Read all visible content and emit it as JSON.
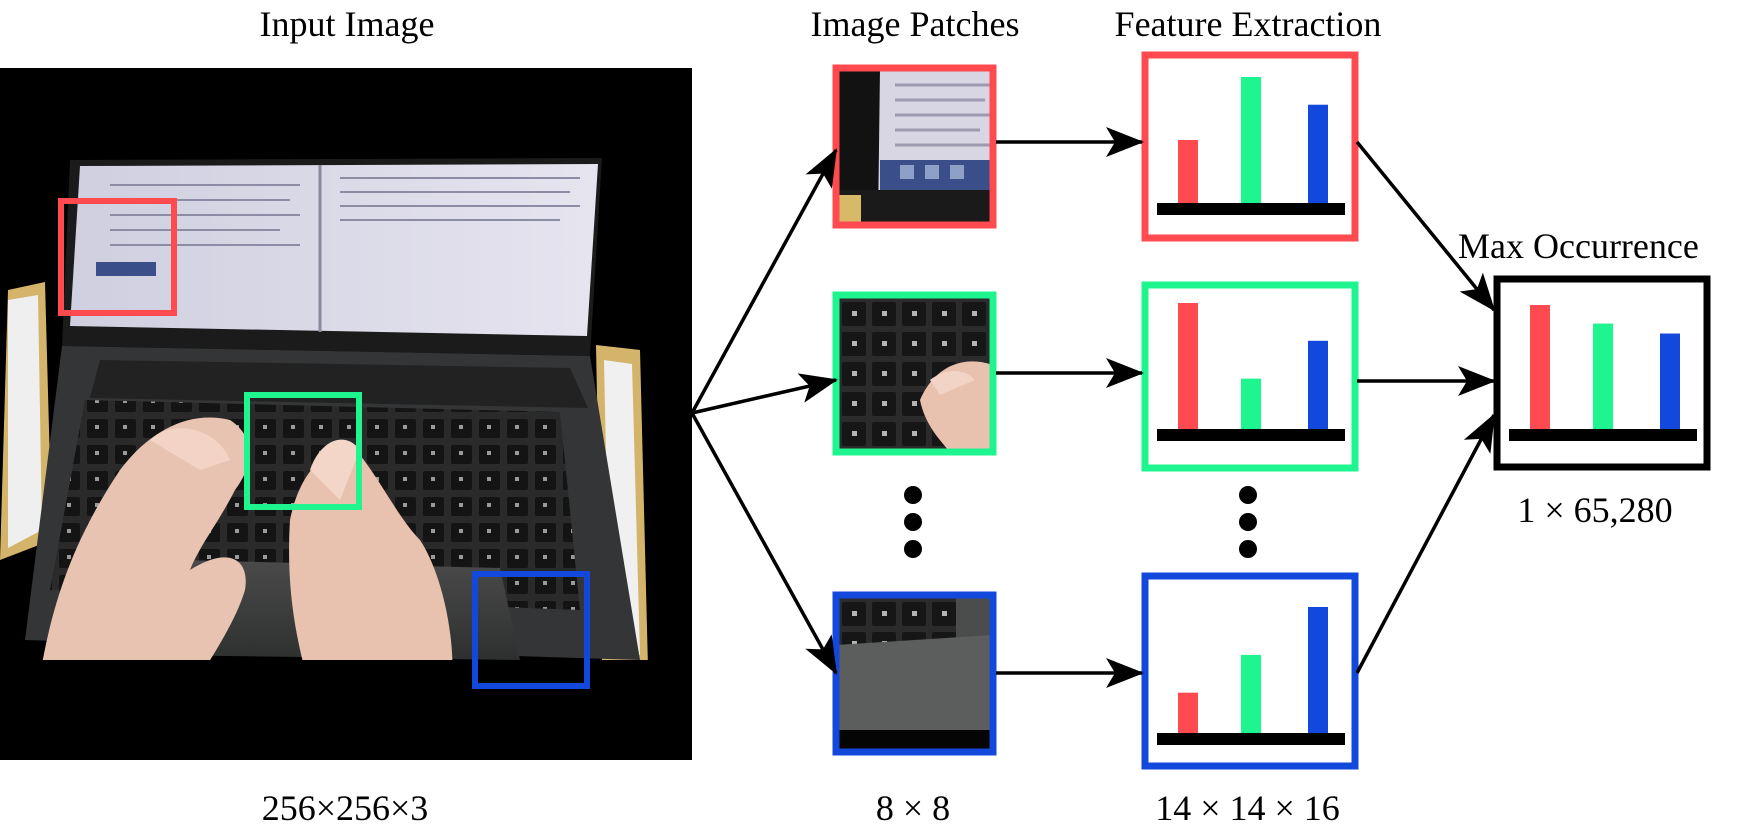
{
  "labels": {
    "input_image": "Input Image",
    "image_patches": "Image Patches",
    "feature_extraction": "Feature Extraction",
    "max_occurrence": "Max Occurrence"
  },
  "dimensions": {
    "input": "256×256×3",
    "patch": "8 × 8",
    "feature": "14 × 14 × 16",
    "output": "1 × 65,280"
  },
  "colors": {
    "red": "#ff4a4f",
    "green": "#1ef58f",
    "blue": "#1348dc",
    "black": "#000000"
  },
  "patches": [
    {
      "name": "red-patch",
      "color": "red"
    },
    {
      "name": "green-patch",
      "color": "green"
    },
    {
      "name": "blue-patch",
      "color": "blue"
    }
  ],
  "histograms": [
    {
      "name": "red",
      "border": "red",
      "values": [
        0.5,
        1.0,
        0.78
      ]
    },
    {
      "name": "green",
      "border": "green",
      "values": [
        1.0,
        0.4,
        0.7
      ]
    },
    {
      "name": "blue",
      "border": "blue",
      "values": [
        0.32,
        0.62,
        1.0
      ]
    }
  ],
  "max_histogram": {
    "border": "black",
    "values": [
      1.0,
      0.85,
      0.77
    ]
  }
}
